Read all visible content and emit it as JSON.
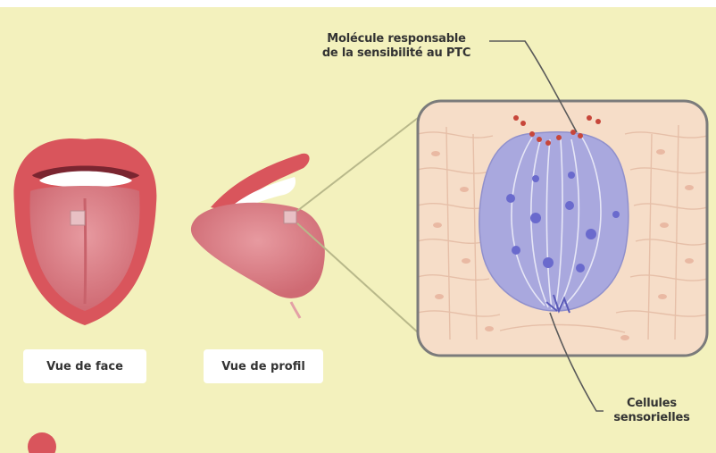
{
  "labels": {
    "molecule_line1": "Molécule responsable",
    "molecule_line2": "de la sensibilité au PTC",
    "cells_line1": "Cellules",
    "cells_line2": "sensorielles",
    "front_view": "Vue de face",
    "profile_view": "Vue de profil"
  },
  "colors": {
    "background": "#f3f1bd",
    "lips": "#d9555c",
    "tongue": "#db8188",
    "teeth": "#ffffff",
    "tissue": "#f6ddc8",
    "taste_bud": "#a9a8de",
    "nuclei": "#6a6acd",
    "molecule": "#c7463a",
    "leader_line": "#5a5a5a"
  }
}
